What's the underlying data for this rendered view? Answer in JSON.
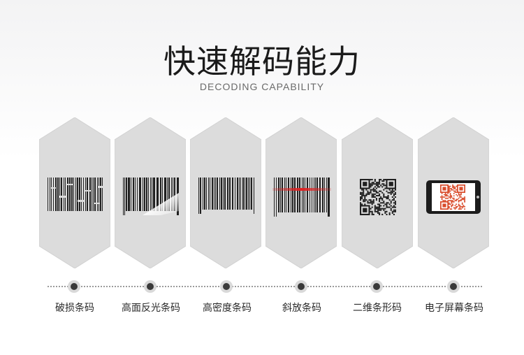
{
  "header": {
    "title": "快速解码能力",
    "subtitle": "DECODING CAPABILITY"
  },
  "capabilities": [
    {
      "label": "破损条码",
      "icon": "damaged-barcode-icon"
    },
    {
      "label": "高面反光条码",
      "icon": "reflective-barcode-icon"
    },
    {
      "label": "高密度条码",
      "icon": "high-density-barcode-icon"
    },
    {
      "label": "斜放条码",
      "icon": "tilted-barcode-icon"
    },
    {
      "label": "二维条形码",
      "icon": "qr-code-icon"
    },
    {
      "label": "电子屏幕条码",
      "icon": "phone-qr-icon"
    }
  ],
  "colors": {
    "card_fill": "#dcdcdc",
    "card_stroke": "#cfcfcf",
    "scan_line": "#e02020",
    "qr_screen": "#d94c2b",
    "text": "#2a2a2a"
  }
}
